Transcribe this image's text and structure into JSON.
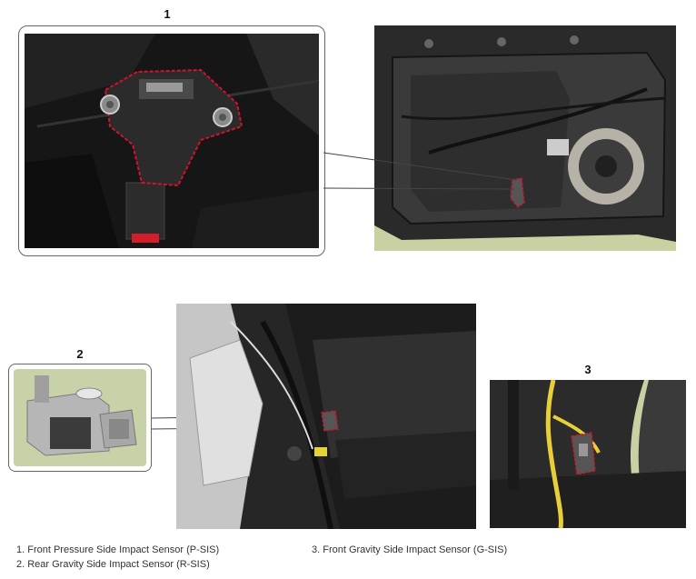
{
  "figure": {
    "callouts": [
      {
        "number": "1",
        "label": "1. Front Pressure Side Impact Sensor (P-SIS)"
      },
      {
        "number": "2",
        "label": "2. Rear Gravity Side Impact Sensor (R-SIS)"
      },
      {
        "number": "3",
        "label": "3. Front Gravity Side Impact Sensor (G-SIS)"
      }
    ]
  },
  "colors": {
    "outline_highlight": "#d2142b",
    "sensor_photo_bg": "#c8d2a8",
    "callout_border": "#666666"
  },
  "icons": [
    "p-sis-sensor-closeup",
    "door-panel-photo",
    "r-sis-sensor-closeup",
    "rear-pillar-photo",
    "g-sis-sensor-photo"
  ]
}
